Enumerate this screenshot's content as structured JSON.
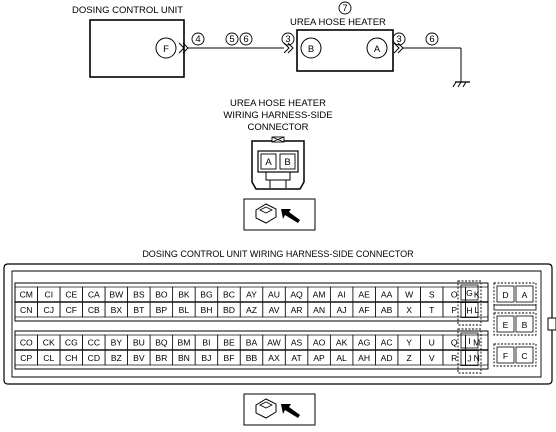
{
  "schematic": {
    "dcu_label": "DOSING CONTROL UNIT",
    "heater_label": "UREA HOSE HEATER",
    "heater_callout": "7",
    "pin_f": "F",
    "pin_b": "B",
    "pin_a": "A",
    "callout_4": "4",
    "callout_5": "5",
    "callout_6a": "6",
    "callout_3a": "3",
    "callout_3b": "3",
    "callout_6b": "6"
  },
  "heater_connector": {
    "title_lines": [
      "UREA HOSE HEATER",
      "WIRING HARNESS-SIDE",
      "CONNECTOR"
    ],
    "pins": [
      "A",
      "B"
    ]
  },
  "dcu_connector": {
    "title": "DOSING CONTROL UNIT WIRING HARNESS-SIDE CONNECTOR",
    "rows": [
      [
        "CM",
        "CI",
        "CE",
        "CA",
        "BW",
        "BS",
        "BO",
        "BK",
        "BG",
        "BC",
        "AY",
        "AU",
        "AQ",
        "AM",
        "AI",
        "AE",
        "AA",
        "W",
        "S",
        "O",
        "K"
      ],
      [
        "CN",
        "CJ",
        "CF",
        "CB",
        "BX",
        "BT",
        "BP",
        "BL",
        "BH",
        "BD",
        "AZ",
        "AV",
        "AR",
        "AN",
        "AJ",
        "AF",
        "AB",
        "X",
        "T",
        "P",
        "L"
      ],
      [
        "CO",
        "CK",
        "CG",
        "CC",
        "BY",
        "BU",
        "BQ",
        "BM",
        "BI",
        "BE",
        "BA",
        "AW",
        "AS",
        "AO",
        "AK",
        "AG",
        "AC",
        "Y",
        "U",
        "Q",
        "M"
      ],
      [
        "CP",
        "CL",
        "CH",
        "CD",
        "BZ",
        "BV",
        "BR",
        "BN",
        "BJ",
        "BF",
        "BB",
        "AX",
        "AT",
        "AP",
        "AL",
        "AH",
        "AD",
        "Z",
        "V",
        "R",
        "N"
      ]
    ],
    "mid_pins": [
      "G",
      "H",
      "I",
      "J"
    ],
    "right_pins": [
      [
        "D",
        "A"
      ],
      [
        "E",
        "B"
      ],
      [
        "F",
        "C"
      ]
    ]
  }
}
